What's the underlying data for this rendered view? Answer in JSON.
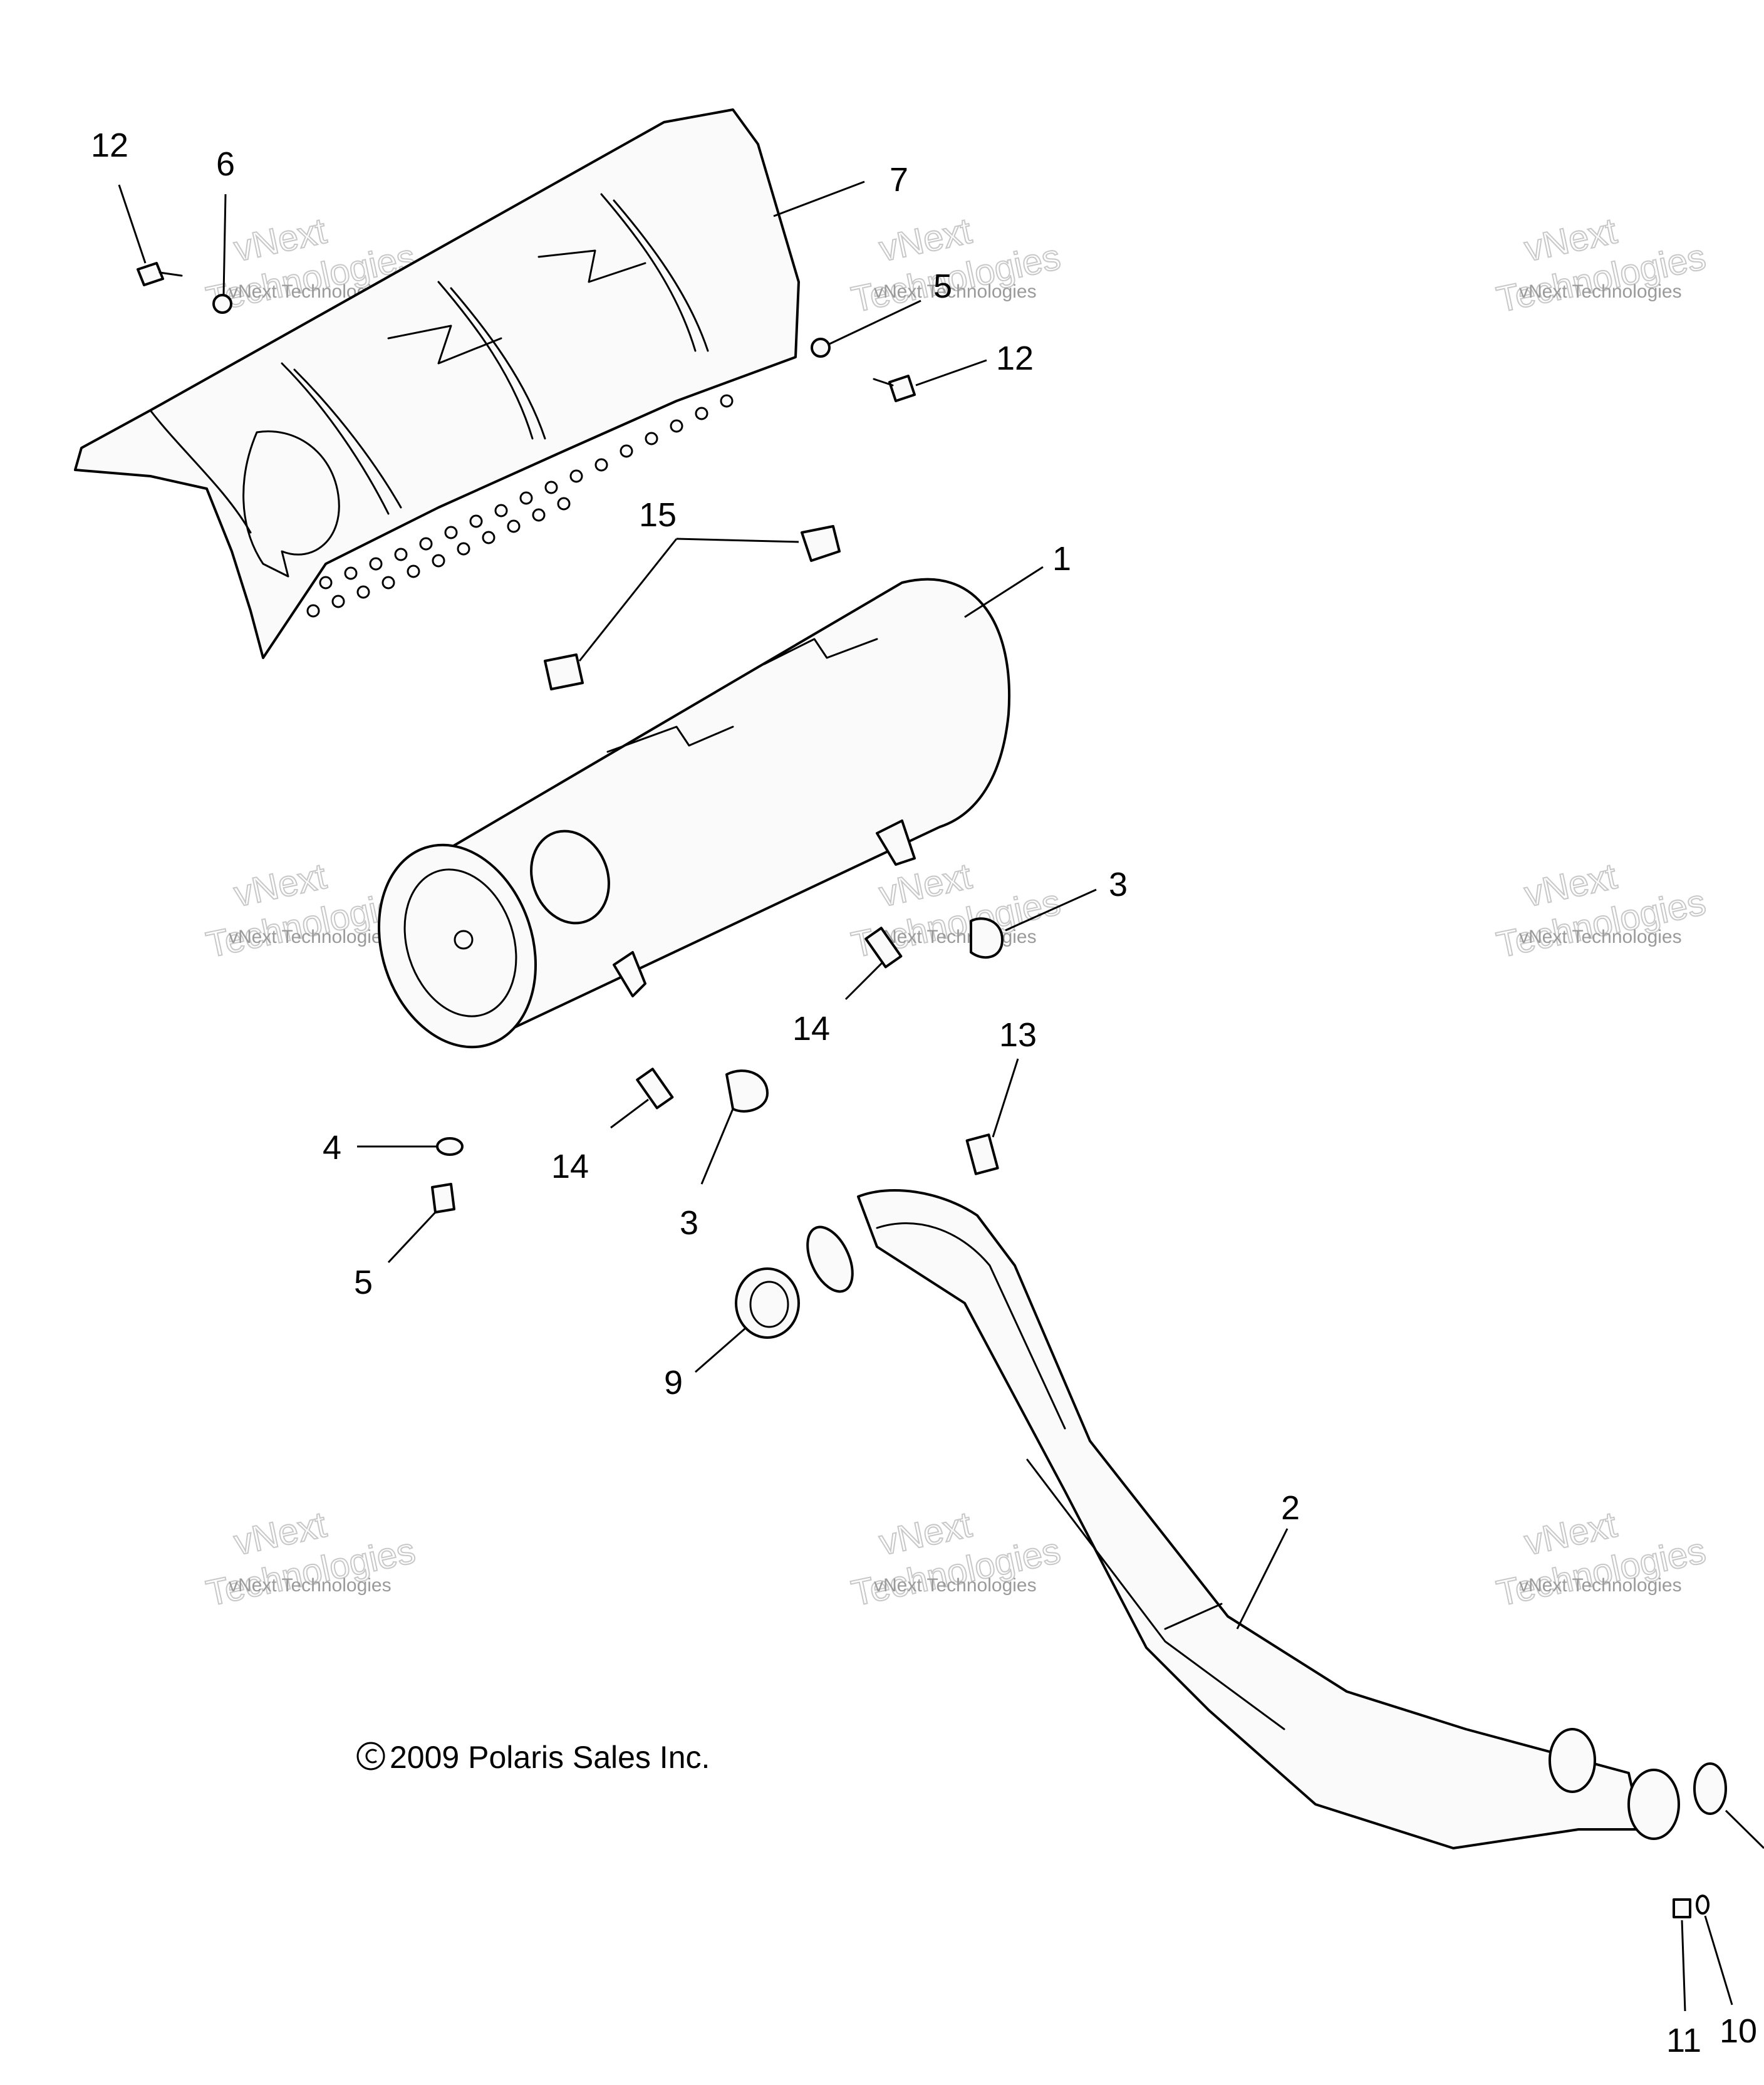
{
  "diagram": {
    "callouts": {
      "c1": "1",
      "c2": "2",
      "c3a": "3",
      "c3b": "3",
      "c4": "4",
      "c5": "5",
      "c5b": "5",
      "c6": "6",
      "c7": "7",
      "c9": "9",
      "c10": "10",
      "c11": "11",
      "c12a": "12",
      "c12b": "12",
      "c13": "13",
      "c14a": "14",
      "c14b": "14",
      "c15": "15"
    },
    "copyright": "2009 Polaris Sales Inc.",
    "watermark": {
      "line1": "vNext Technologies",
      "line2": "vNext",
      "line3": "Technologies"
    }
  }
}
